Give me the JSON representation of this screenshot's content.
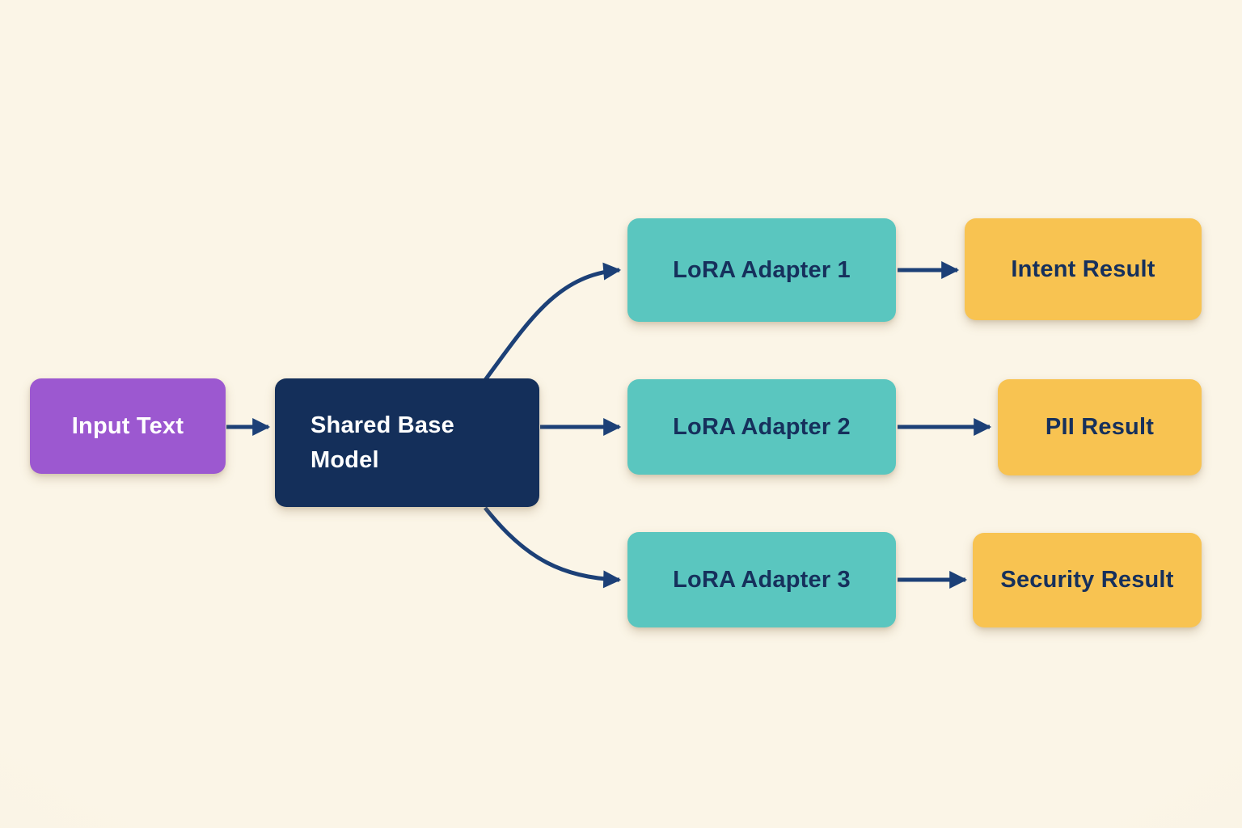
{
  "colors": {
    "background": "#fbf5e7",
    "node_purple": "#9c58d0",
    "node_navy": "#142f5a",
    "node_teal": "#5ac6bf",
    "node_yellow": "#f8c351",
    "arrow": "#1c4077",
    "text_dark": "#16305c",
    "text_light": "#ffffff"
  },
  "diagram": {
    "nodes": {
      "input": {
        "label": "Input Text"
      },
      "base": {
        "label": "Shared Base Model"
      },
      "adapter1": {
        "label": "LoRA Adapter 1"
      },
      "adapter2": {
        "label": "LoRA Adapter 2"
      },
      "adapter3": {
        "label": "LoRA Adapter 3"
      },
      "result1": {
        "label": "Intent Result"
      },
      "result2": {
        "label": "PII Result"
      },
      "result3": {
        "label": "Security Result"
      }
    },
    "edges": [
      {
        "from": "input",
        "to": "base"
      },
      {
        "from": "base",
        "to": "adapter1"
      },
      {
        "from": "base",
        "to": "adapter2"
      },
      {
        "from": "base",
        "to": "adapter3"
      },
      {
        "from": "adapter1",
        "to": "result1"
      },
      {
        "from": "adapter2",
        "to": "result2"
      },
      {
        "from": "adapter3",
        "to": "result3"
      }
    ]
  }
}
